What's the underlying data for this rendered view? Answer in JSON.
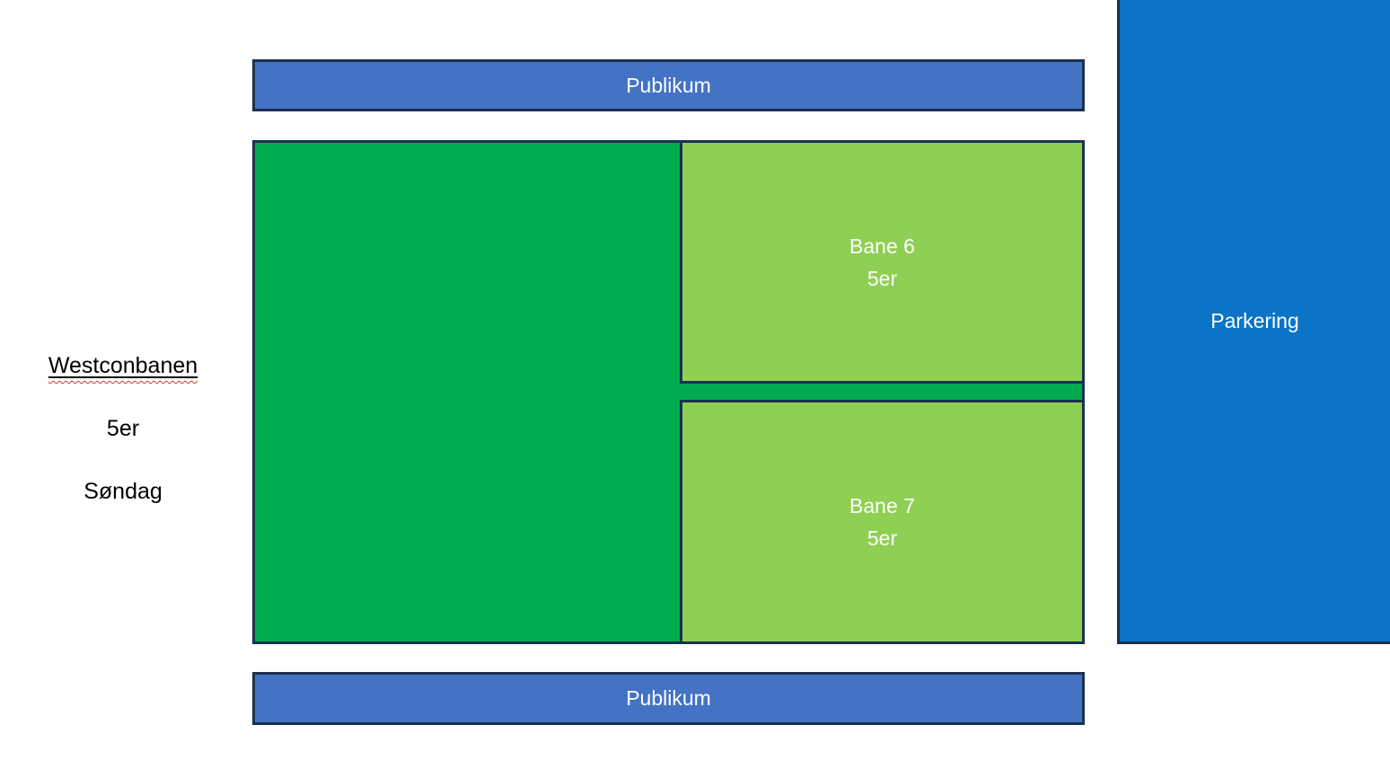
{
  "colors": {
    "stand_fill": "#4472C4",
    "parking_fill": "#0B74C6",
    "field_fill": "#00AC50",
    "pitch_fill": "#8ED053",
    "border": "#1B3150",
    "text_light": "#FFFFFF",
    "text_dark": "#000000",
    "spellcheck": "#D13438",
    "page_bg": "#FFFFFF"
  },
  "left_label": {
    "lines": [
      "Westconbanen",
      "5er",
      "Søndag"
    ]
  },
  "stands": {
    "top": "Publikum",
    "bottom": "Publikum"
  },
  "parking": {
    "label": "Parkering"
  },
  "pitches": [
    {
      "name": "Bane 6",
      "size": "5er"
    },
    {
      "name": "Bane 7",
      "size": "5er"
    }
  ]
}
